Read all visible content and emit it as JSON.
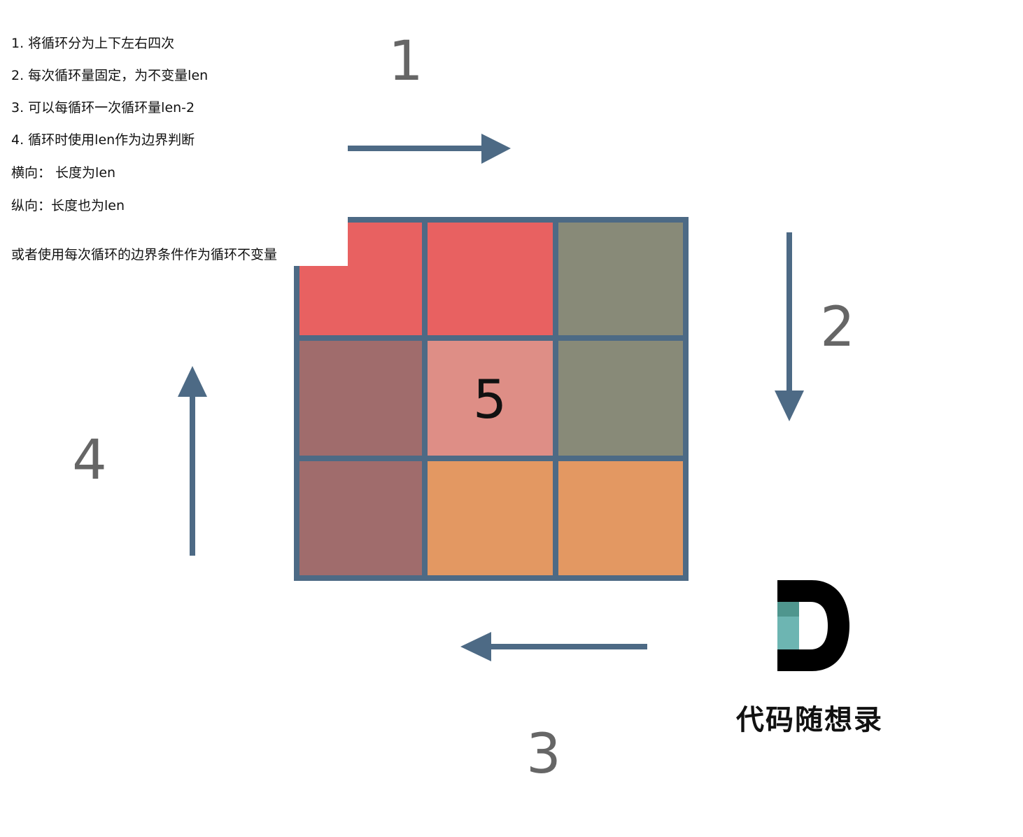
{
  "notes": {
    "line1": "1. 将循环分为上下左右四次",
    "line2": "2. 每次循环量固定，为不变量len",
    "line3": "3. 可以每循环一次循环量len-2",
    "line4": "4. 循环时使用len作为边界判断",
    "line5": "横向：  长度为len",
    "line6": "纵向：长度也为len",
    "line7": "或者使用每次循环的边界条件作为循环不变量"
  },
  "diagram": {
    "direction_labels": {
      "top": "1",
      "right": "2",
      "bottom": "3",
      "left": "4"
    },
    "center_label": "5",
    "grid": {
      "rows": 3,
      "cols": 3,
      "cells": [
        [
          "#e86161",
          "#e86161",
          "#888a78"
        ],
        [
          "#a06c6c",
          "#de8e86",
          "#888a78"
        ],
        [
          "#a06c6c",
          "#e39862",
          "#e39862"
        ]
      ]
    },
    "colors": {
      "arrow": "#4d6a85",
      "grid_border": "#4d6a85"
    }
  },
  "logo": {
    "icon": "letter-d-logo-icon",
    "text": "代码随想录",
    "colors": {
      "dark": "#000000",
      "teal_dark": "#4f968e",
      "teal_light": "#6db5b2"
    }
  }
}
